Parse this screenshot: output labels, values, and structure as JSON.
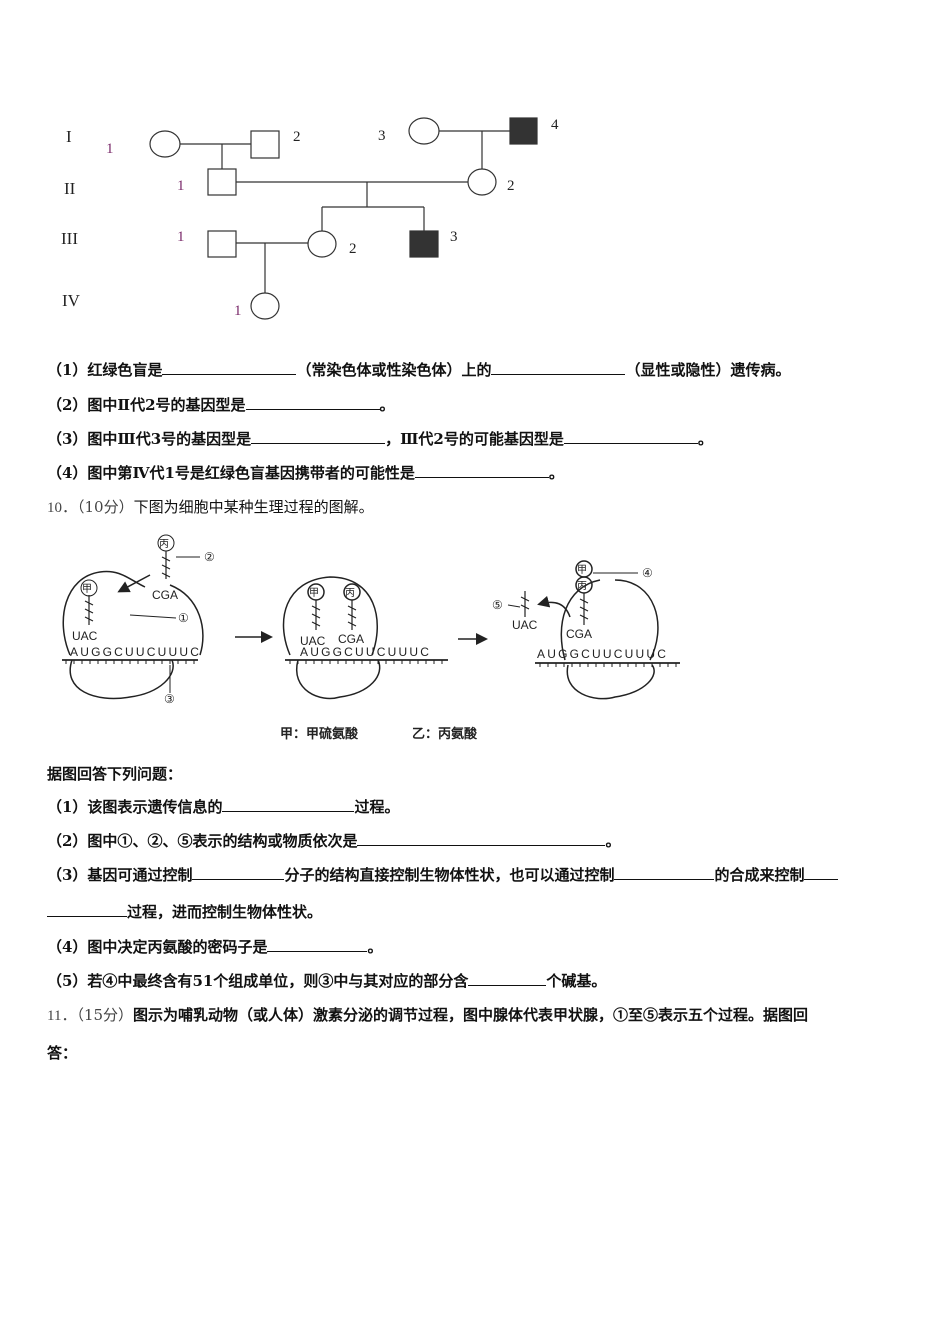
{
  "pedigree": {
    "generations": [
      "I",
      "II",
      "III",
      "IV"
    ],
    "labels": {
      "g1_left": "1",
      "g1_2": "2",
      "g1_3": "3",
      "g1_4": "4",
      "g2_1": "1",
      "g2_2": "2",
      "g3_1": "1",
      "g3_2": "2",
      "g3_3": "3",
      "g4_1": "1"
    }
  },
  "q9": {
    "p1_a": "（1）红绿色盲是",
    "p1_b": "（常染色体或性染色体）上的",
    "p1_c": "（显性或隐性）遗传病。",
    "p2_a": "（2）图中Ⅱ代2号的基因型是",
    "p2_b": "。",
    "p3_a": "（3）图中Ⅲ代3号的基因型是",
    "p3_b": "，Ⅲ代2号的可能基因型是",
    "p3_c": "。",
    "p4_a": "（4）图中第Ⅳ代1号是红绿色盲基因携带者的可能性是",
    "p4_b": "。"
  },
  "q10": {
    "num": "10．",
    "score": "（10分）",
    "stem": "下图为细胞中某种生理过程的图解。",
    "diagram": {
      "jia": "甲",
      "bing": "丙",
      "c1": "①",
      "c2": "②",
      "c3": "③",
      "c4": "④",
      "c5": "⑤",
      "anticodon1": "UAC",
      "anticodon2": "CGA",
      "mrna": "AUGGCUUCUUUC",
      "legend_jia": "甲：甲硫氨酸",
      "legend_yi": "乙：丙氨酸"
    },
    "intro": "据图回答下列问题：",
    "p1_a": "（1）该图表示遗传信息的",
    "p1_b": "过程。",
    "p2_a": "（2）图中①、②、⑤表示的结构或物质依次是",
    "p2_b": "。",
    "p3_a": "（3）基因可通过控制",
    "p3_b": "分子的结构直接控制生物体性状，也可以通过控制",
    "p3_c": "的合成来控制",
    "p3_d": "过程，进而控制生物体性状。",
    "p4_a": "（4）图中决定丙氨酸的密码子是",
    "p4_b": "。",
    "p5_a": "（5）若④中最终含有51个组成单位，则③中与其对应的部分含",
    "p5_b": "个碱基。"
  },
  "q11": {
    "num": "11．",
    "score": "（15分）",
    "stem": "图示为哺乳动物（或人体）激素分泌的调节过程，图中腺体代表甲状腺，①至⑤表示五个过程。据图回",
    "stem2": "答："
  }
}
